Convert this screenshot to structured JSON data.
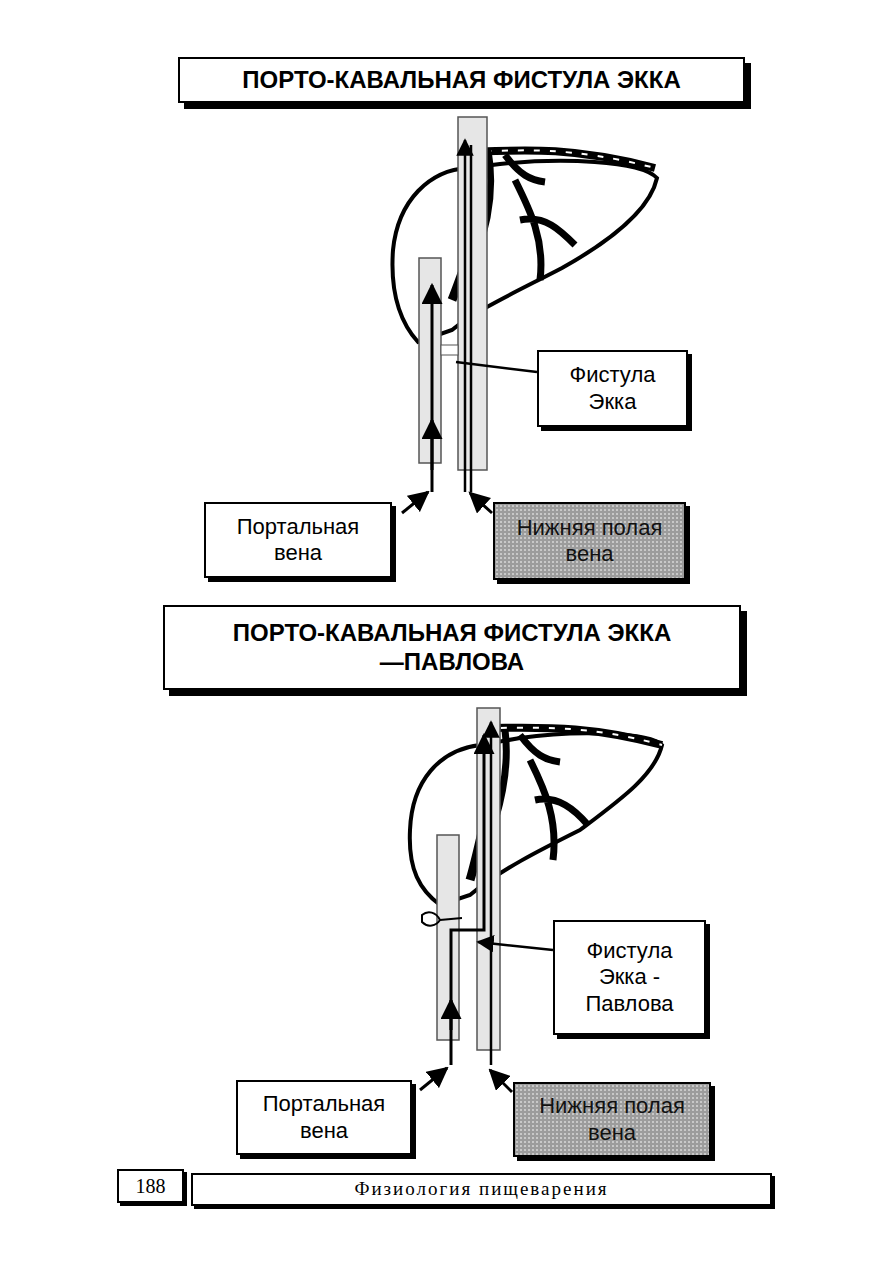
{
  "diagram": {
    "nodes": [
      {
        "text": [
          "ПОРТО-КАВАЛЬНАЯ ФИСТУЛА ЭККА"
        ]
      },
      {
        "text": [
          "Фистула Экка"
        ]
      },
      {
        "text": [
          "Портальная вена"
        ]
      },
      {
        "text": [
          "Нижняя полая вена"
        ]
      },
      {
        "text": [
          "ПОРТО-КАВАЛЬНАЯ ФИСТУЛА ЭККА—ПАВЛОВА"
        ]
      },
      {
        "text": [
          "Фистула Экка - Павлова"
        ]
      },
      {
        "text": [
          "Портальная вена"
        ]
      },
      {
        "text": [
          "Нижняя полая вена"
        ]
      },
      {
        "text": [
          "188"
        ]
      },
      {
        "text": [
          "Физиология пищеварения"
        ]
      }
    ]
  }
}
